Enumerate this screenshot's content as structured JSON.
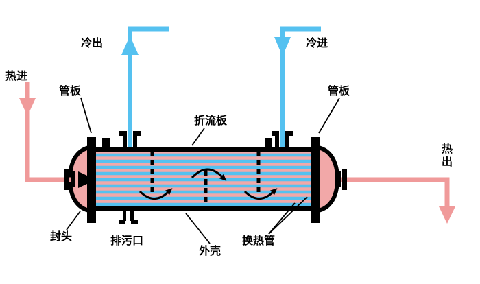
{
  "diagram": {
    "type": "shell-and-tube-heat-exchanger-schematic",
    "labels": {
      "hot_in": "热进",
      "cold_out": "冷出",
      "cold_in": "冷进",
      "hot_out": "热出",
      "tube_plate_left": "管板",
      "tube_plate_right": "管板",
      "baffle": "折流板",
      "head": "封头",
      "drain": "排污口",
      "shell": "外壳",
      "heat_tubes": "换热管"
    },
    "icons": {
      "hot_in_arrow": "arrow-down",
      "hot_out_arrow": "arrow-down",
      "cold_out_arrow": "arrow-up",
      "cold_in_arrow": "arrow-down",
      "inlet_flow_arrow": "arrow-right",
      "internal_flow_arrows": "curved-arrows"
    },
    "colors": {
      "hot": "#f09a9a",
      "shell_fill": "#f2a8a8",
      "cold": "#55c1f0",
      "outline": "#000000",
      "pointer_line": "#000000",
      "label_text": "#000000",
      "background": "#ffffff"
    }
  }
}
